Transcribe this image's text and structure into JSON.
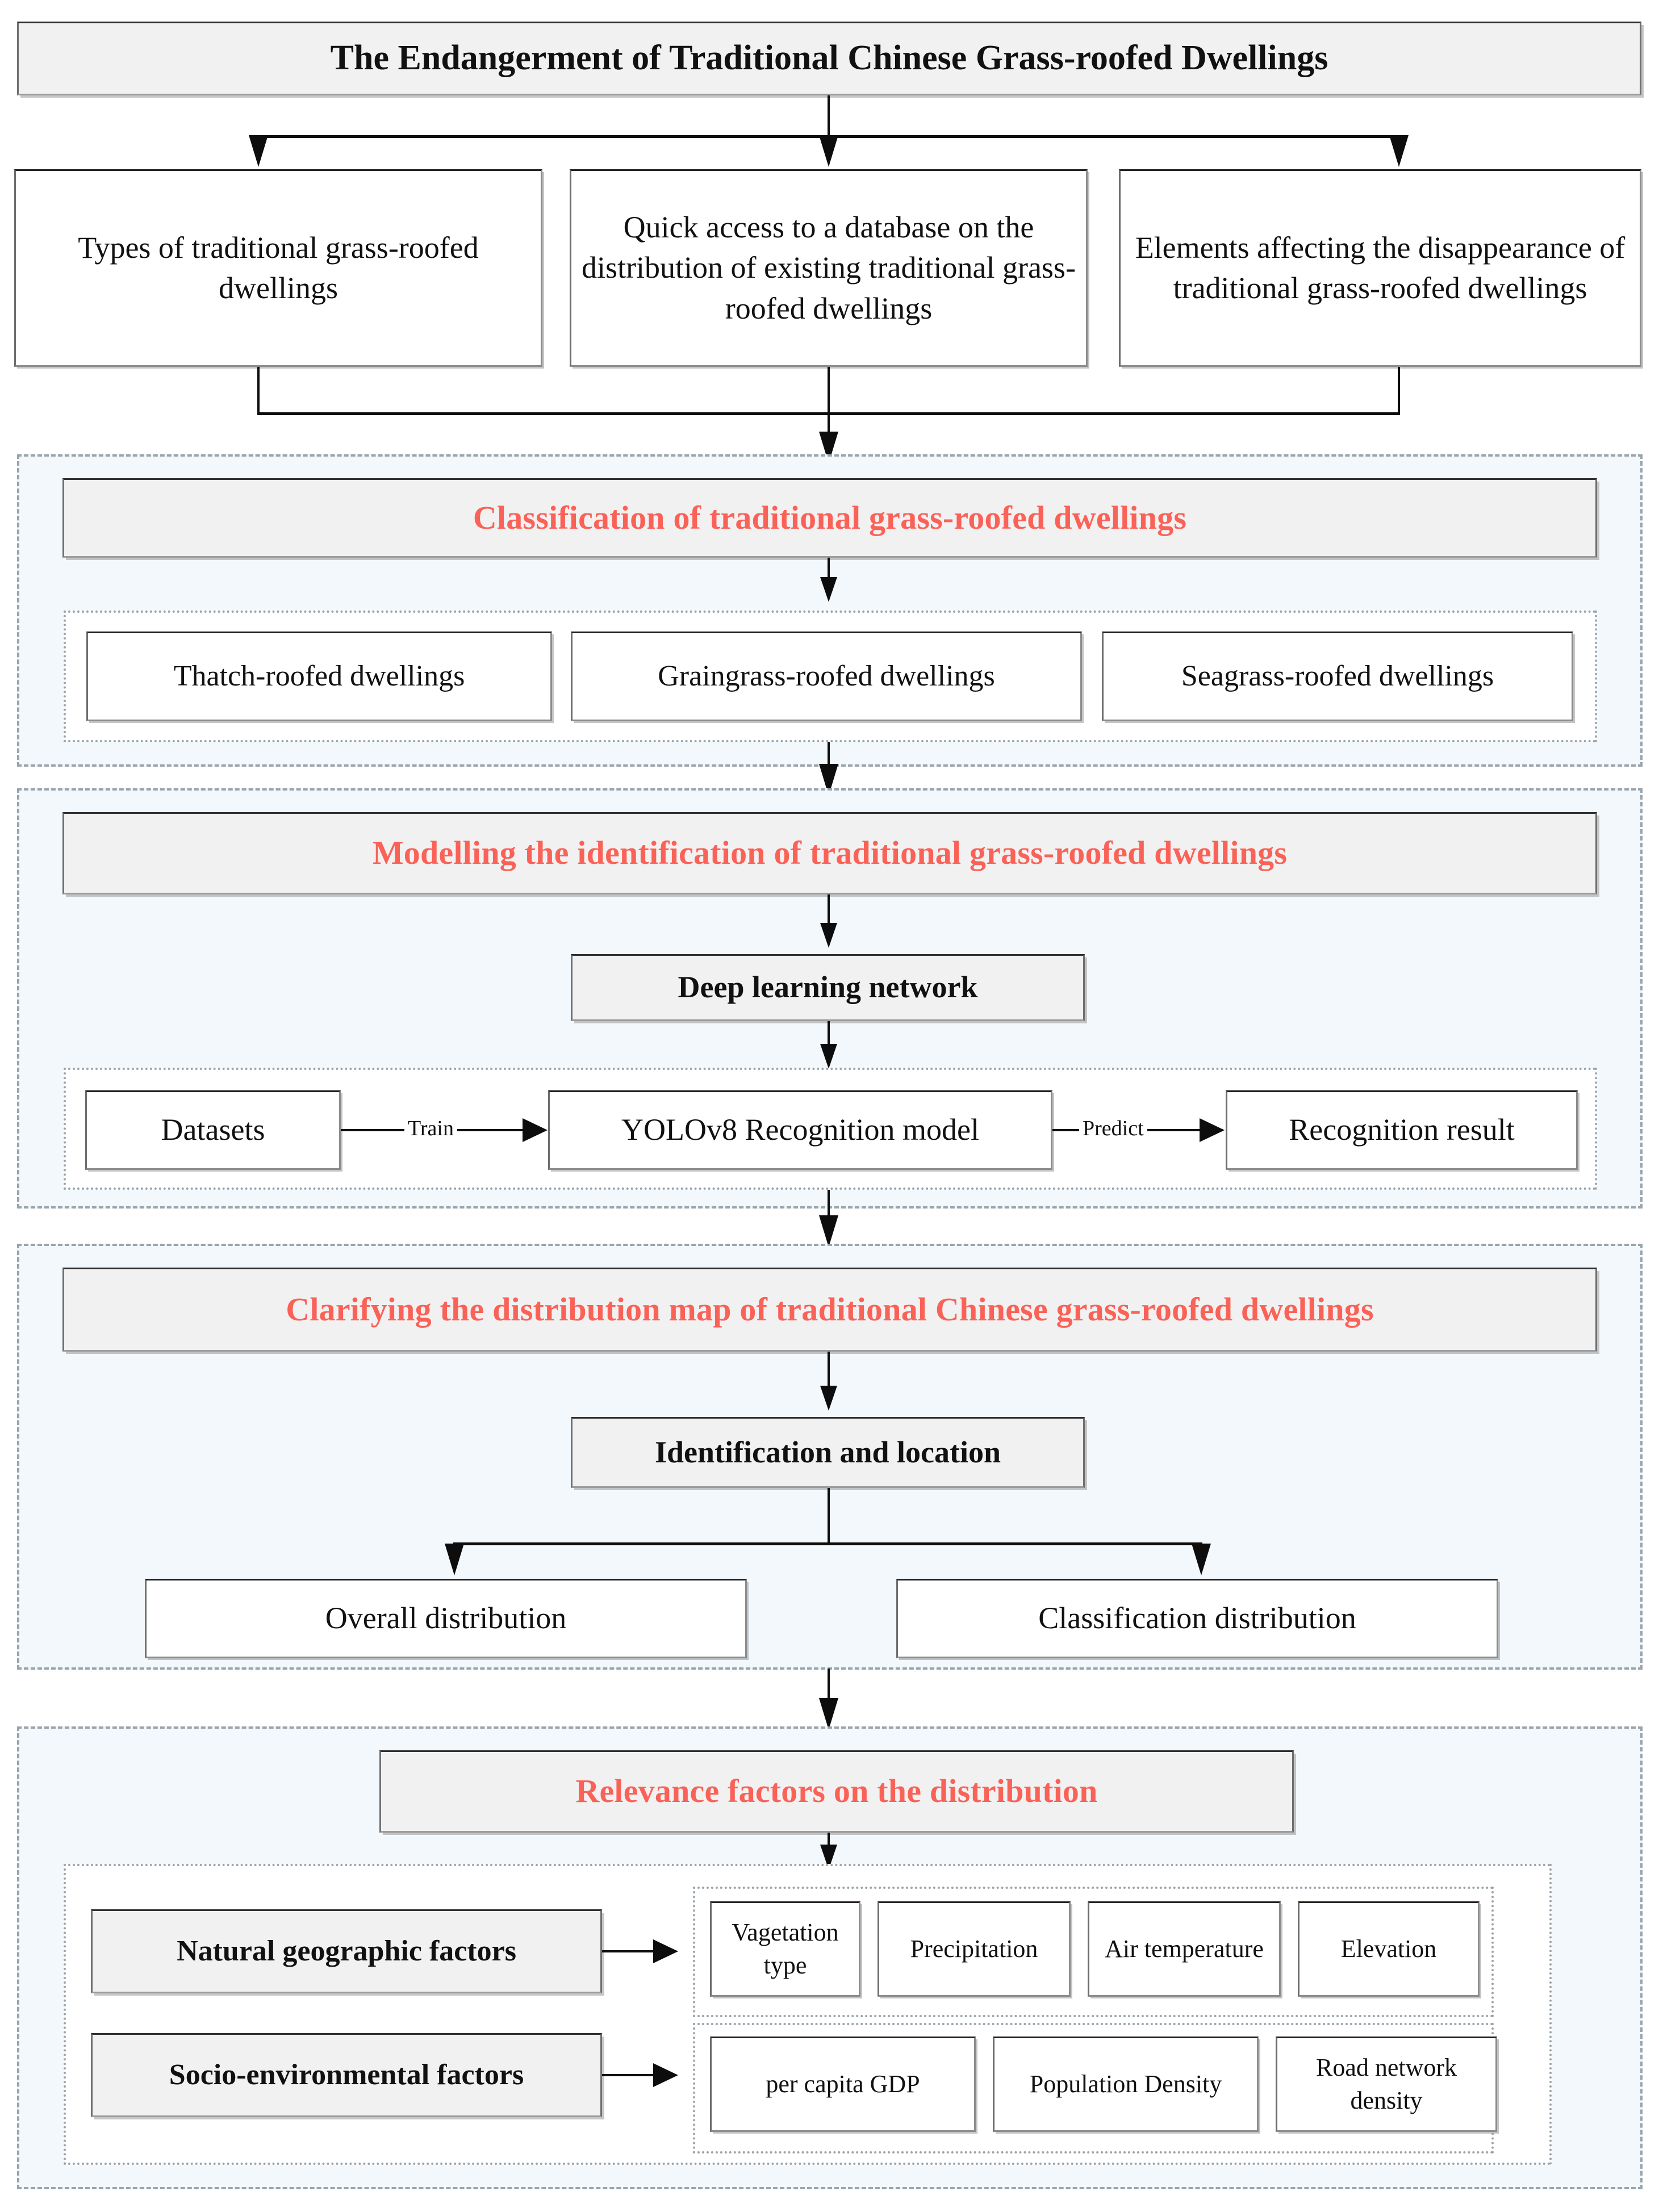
{
  "title_box": {
    "label": "The Endangerment of Traditional Chinese Grass-roofed Dwellings"
  },
  "objectives": [
    {
      "label": "Types of traditional grass-roofed dwellings"
    },
    {
      "label": "Quick access to a database on the distribution of existing traditional grass-roofed dwellings"
    },
    {
      "label": "Elements affecting the disappearance of traditional grass-roofed dwellings"
    }
  ],
  "stages": [
    {
      "id": "classification",
      "title": "Classification of traditional grass-roofed dwellings",
      "items": [
        {
          "label": "Thatch-roofed dwellings"
        },
        {
          "label": "Graingrass-roofed dwellings"
        },
        {
          "label": "Seagrass-roofed dwellings"
        }
      ]
    },
    {
      "id": "modelling",
      "title": "Modelling the identification of traditional grass-roofed dwellings",
      "subtitle": "Deep learning network",
      "pipeline": [
        {
          "label": "Datasets"
        },
        {
          "label": "YOLOv8 Recognition model"
        },
        {
          "label": "Recognition result"
        }
      ],
      "edge_labels": [
        {
          "label": "Train"
        },
        {
          "label": "Predict"
        }
      ]
    },
    {
      "id": "distribution",
      "title": "Clarifying the distribution map of traditional Chinese grass-roofed dwellings",
      "subtitle": "Identification and location",
      "outputs": [
        {
          "label": "Overall distribution"
        },
        {
          "label": "Classification distribution"
        }
      ]
    },
    {
      "id": "relevance",
      "title": "Relevance factors on the distribution",
      "groups": [
        {
          "label": "Natural geographic factors",
          "factors": [
            {
              "label": "Vagetation type"
            },
            {
              "label": "Precipitation"
            },
            {
              "label": "Air temperature"
            },
            {
              "label": "Elevation"
            }
          ]
        },
        {
          "label": "Socio-environmental factors",
          "factors": [
            {
              "label": "per capita GDP"
            },
            {
              "label": "Population Density"
            },
            {
              "label": "Road network density"
            }
          ]
        }
      ]
    }
  ],
  "colors": {
    "stage_title_red": "#fa6258",
    "stage_background": "#f2f8fb",
    "stage_border": "#9aa4ab",
    "box_fill_grey": "#f1f1f1",
    "connector": "#0d0d0d"
  }
}
